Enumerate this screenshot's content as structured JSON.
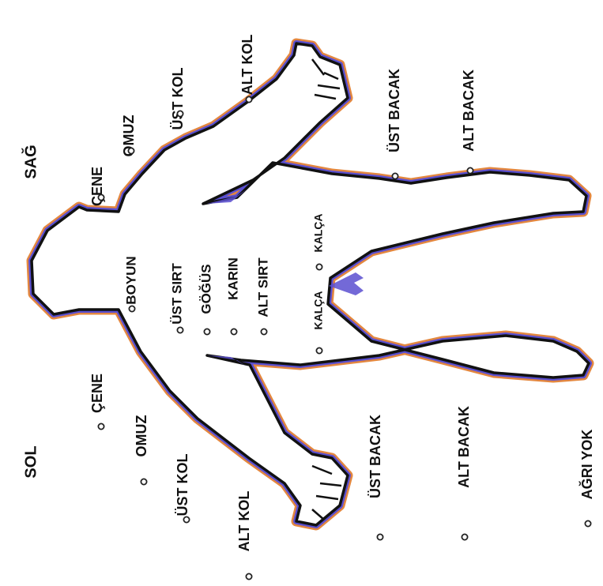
{
  "side_labels": {
    "left": "SOL",
    "right": "SAĞ"
  },
  "labels": {
    "cene_r": "ÇENE",
    "omuz_r": "OMUZ",
    "ust_kol_r": "ÜST KOL",
    "alt_kol_r": "ALT KOL",
    "ust_bacak_r": "ÜST BACAK",
    "alt_bacak_r": "ALT BACAK",
    "boyun": "BOYUN",
    "ust_sirt": "ÜST SIRT",
    "gogus": "GÖĞÜS",
    "karin": "KARIN",
    "alt_sirt": "ALT SIRT",
    "kalca_r": "KALÇA",
    "kalca_l": "KALÇA",
    "cene_l": "ÇENE",
    "omuz_l": "OMUZ",
    "ust_kol_l": "ÜST KOL",
    "alt_kol_l": "ALT KOL",
    "ust_bacak_l": "ÜST BACAK",
    "alt_bacak_l": "ALT BACAK",
    "agri_yok": "AĞRI YOK"
  },
  "colors": {
    "outline": "#111111",
    "glow_inner": "#5a4fd0",
    "glow_outer": "#e07a2a",
    "text": "#111111"
  }
}
